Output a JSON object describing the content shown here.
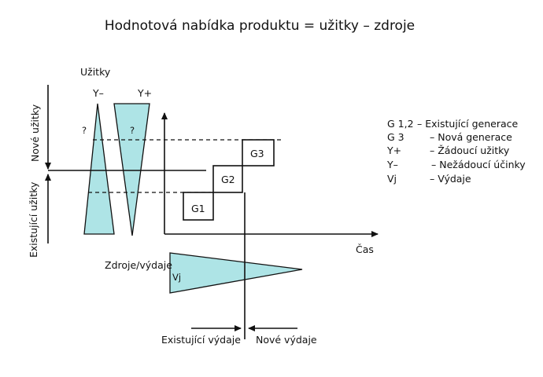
{
  "title": "Hodnotová nabídka produktu = užitky – zdroje",
  "labels": {
    "uzitky": "Užitky",
    "y_minus": "Y–",
    "y_plus": "Y+",
    "q1": "?",
    "q2": "?",
    "nove_uzitky": "Nové užitky",
    "existujici_uzitky": "Existující užitky",
    "g1": "G1",
    "g2": "G2",
    "g3": "G3",
    "cas": "Čas",
    "zdroje_vydaje": "Zdroje/výdaje",
    "vj": "Vj",
    "existujici_vydaje": "Existující výdaje",
    "nove_vydaje": "Nové výdaje"
  },
  "legend": [
    {
      "key": "G 1,2",
      "text": "– Existující generace"
    },
    {
      "key": "G 3",
      "text": "– Nová generace"
    },
    {
      "key": "Y+",
      "text": "– Žádoucí užitky"
    },
    {
      "key": "Y–",
      "text": "– Nežádoucí účinky"
    },
    {
      "key": "Vj",
      "text": "– Výdaje"
    }
  ],
  "colors": {
    "fill": "#aee4e6",
    "stroke": "#111111"
  }
}
